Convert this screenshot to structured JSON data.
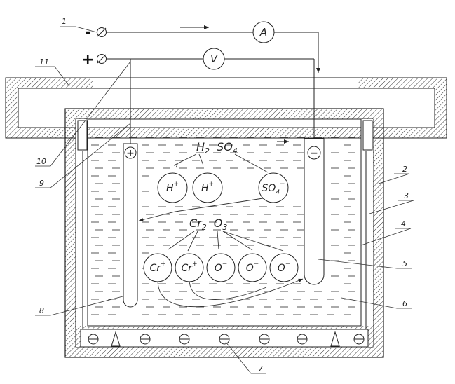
{
  "terminals": {
    "negative": "-",
    "positive": "+"
  },
  "meters": {
    "ammeter": "A",
    "voltmeter": "V"
  },
  "electrodes": {
    "anode_sign": "+",
    "cathode_sign": "−"
  },
  "formulas": {
    "acid": {
      "main1": "H",
      "sub1": "2",
      "main2": "SO",
      "sub2": "4"
    },
    "oxide": {
      "main1": "Cr",
      "sub1": "2",
      "main2": "O",
      "sub2": "3"
    }
  },
  "ions": {
    "acid": [
      {
        "text": "H",
        "sup": "+"
      },
      {
        "text": "H",
        "sup": "+"
      },
      {
        "text": "SO",
        "sub": "4",
        "sup": "−"
      }
    ],
    "oxide": [
      {
        "text": "Cr",
        "sup": "+"
      },
      {
        "text": "Cr",
        "sup": "+"
      },
      {
        "text": "O",
        "sup": "−"
      },
      {
        "text": "O",
        "sup": "−"
      },
      {
        "text": "O",
        "sup": "−"
      }
    ]
  },
  "callouts": [
    "1",
    "2",
    "3",
    "4",
    "5",
    "6",
    "7",
    "8",
    "9",
    "10",
    "11"
  ]
}
